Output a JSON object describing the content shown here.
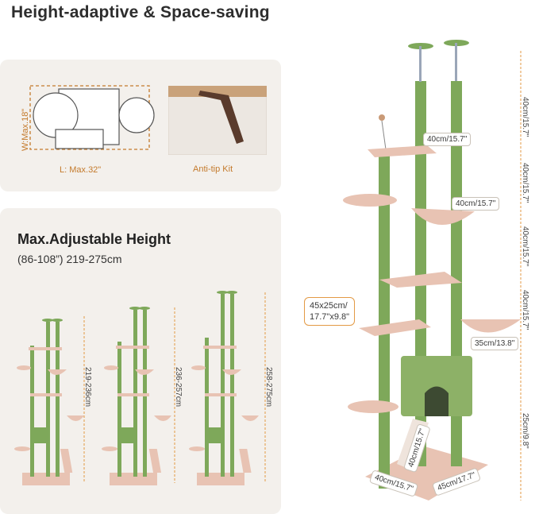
{
  "header": {
    "title": "Height-adaptive & Space-saving"
  },
  "footprint": {
    "width_label": "W:Max.18\"",
    "length_label": "L: Max.32\""
  },
  "anti_tip": {
    "label": "Anti-tip Kit"
  },
  "adjustable": {
    "heading": "Max.Adjustable Height",
    "range": "(86-108”) 219-275cm"
  },
  "variants": [
    {
      "height_label": "219-236cm"
    },
    {
      "height_label": "236-257cm"
    },
    {
      "height_label": "258-275cm"
    }
  ],
  "dimensions": {
    "top_platform": "40cm/15.7\"",
    "hammock_top": "40cm/15.7\"",
    "section_1": "40cm/15.7\"",
    "section_2": "40cm/15.7\"",
    "section_3": "40cm/15.7\"",
    "section_4": "40cm/15.7\"",
    "perch_line1": "45x25cm/",
    "perch_line2": "17.7\"x9.8\"",
    "basket": "35cm/13.8\"",
    "ramp": "40cm/15.7\"",
    "bottom_height": "25cm/9.8\"",
    "base_width": "40cm/15.7\"",
    "base_depth": "45cm/17.7\""
  },
  "colors": {
    "accent": "#e39a45",
    "post": "#7ea85a",
    "plush": "#e8c3b3",
    "panel": "#f3f0ec"
  }
}
